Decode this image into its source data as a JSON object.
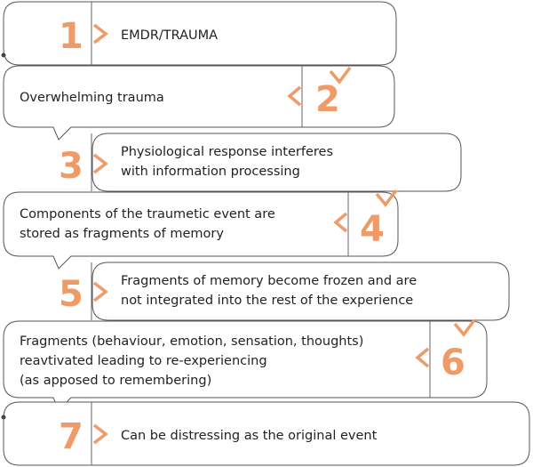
{
  "accent_color": "#ee9b68",
  "steps": [
    {
      "number": "1",
      "lines": [
        "EMDR/TRAUMA"
      ]
    },
    {
      "number": "2",
      "lines": [
        "Overwhelming trauma"
      ]
    },
    {
      "number": "3",
      "lines": [
        "Physiological response interferes",
        "with information processing"
      ]
    },
    {
      "number": "4",
      "lines": [
        "Components of the traumetic event are",
        "stored as fragments of memory"
      ]
    },
    {
      "number": "5",
      "lines": [
        "Fragments of memory become frozen and are",
        "not integrated into the rest of the experience"
      ]
    },
    {
      "number": "6",
      "lines": [
        "Fragments (behaviour, emotion, sensation, thoughts)",
        "reavtivated leading to re-experiencing",
        "(as apposed to remembering)"
      ]
    },
    {
      "number": "7",
      "lines": [
        "Can be distressing as the original event"
      ]
    }
  ]
}
